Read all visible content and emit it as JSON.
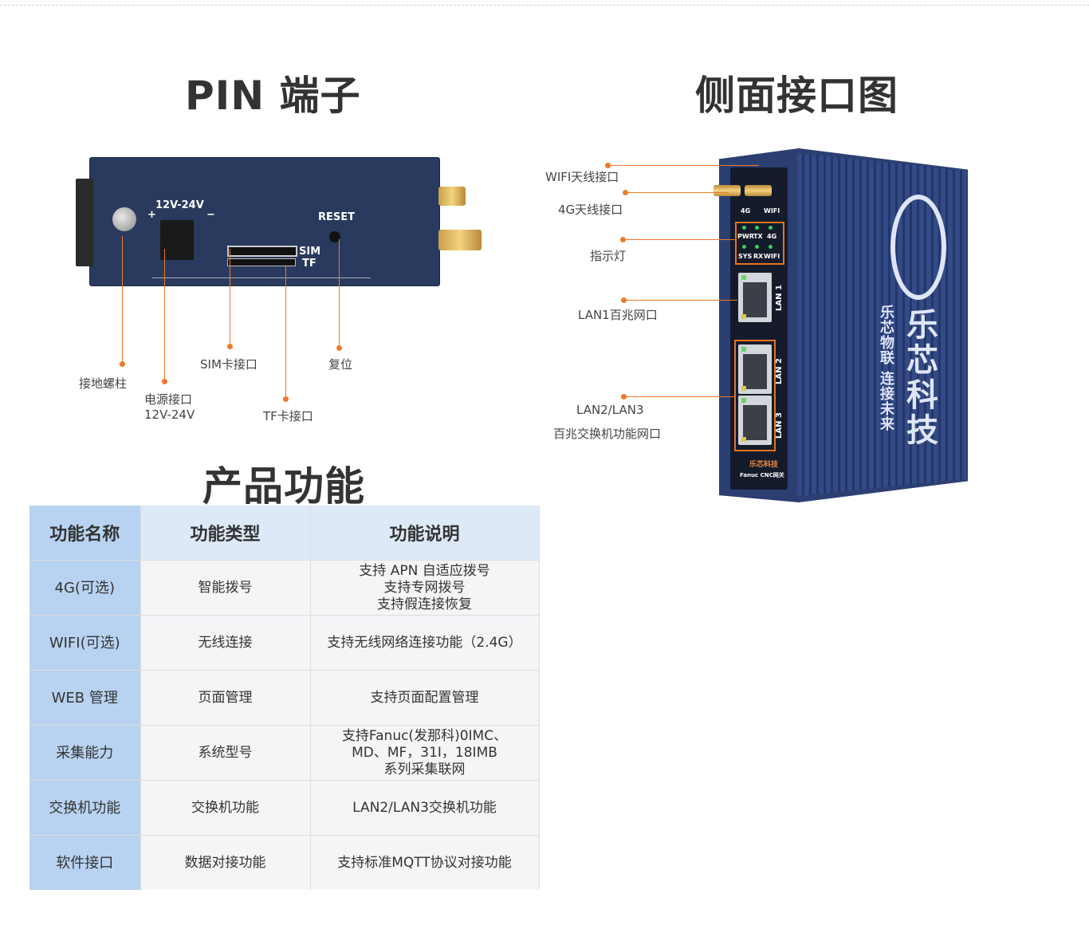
{
  "pin_section": {
    "title": "PIN 端子"
  },
  "side_section": {
    "title": "侧面接口图"
  },
  "product_section": {
    "title": "产品功能"
  },
  "front_device": {
    "voltage_label": "12V-24V",
    "plus": "+",
    "minus": "−",
    "reset": "RESET",
    "sim": "SIM",
    "tf": "TF"
  },
  "front_callouts": {
    "ground": "接地螺柱",
    "power_line1": "电源接口",
    "power_line2": "12V-24V",
    "sim": "SIM卡接口",
    "tf": "TF卡接口",
    "reset": "复位"
  },
  "side_device": {
    "ant_4g": "4G",
    "ant_wifi": "WIFI",
    "led_pwr": "PWR",
    "led_tx": "TX",
    "led_4g": "4G",
    "led_sys": "SYS",
    "led_rx": "RX",
    "led_wifi": "WIFI",
    "lan1": "LAN 1",
    "lan2": "LAN 2",
    "lan3": "LAN 3",
    "brand_big": "乐芯科技",
    "brand_small": "乐芯物联 连接未来",
    "bottom_brand": "乐芯科技",
    "bottom_model": "Fanuc  CNC网关"
  },
  "side_callouts": {
    "wifi_ant": "WIFI天线接口",
    "g4_ant": "4G天线接口",
    "indicator": "指示灯",
    "lan1": "LAN1百兆网口",
    "lan23_line1": "LAN2/LAN3",
    "lan23_line2": "百兆交换机功能网口"
  },
  "table": {
    "headers": [
      "功能名称",
      "功能类型",
      "功能说明"
    ],
    "rows": [
      {
        "name": "4G(可选)",
        "type": "智能拨号",
        "desc": [
          "支持 APN 自适应拨号",
          "支持专网拨号",
          "支持假连接恢复"
        ]
      },
      {
        "name": "WIFI(可选)",
        "type": "无线连接",
        "desc": [
          "支持无线网络连接功能（2.4G）"
        ]
      },
      {
        "name": "WEB 管理",
        "type": "页面管理",
        "desc": [
          "支持页面配置管理"
        ]
      },
      {
        "name": "采集能力",
        "type": "系统型号",
        "desc": [
          "支持Fanuc(发那科)0IMC、",
          "MD、MF，31I，18IMB",
          "系列采集联网"
        ]
      },
      {
        "name": "交换机功能",
        "type": "交换机功能",
        "desc": [
          "LAN2/LAN3交换机功能"
        ]
      },
      {
        "name": "软件接口",
        "type": "数据对接功能",
        "desc": [
          "支持标准MQTT协议对接功能"
        ]
      }
    ]
  }
}
